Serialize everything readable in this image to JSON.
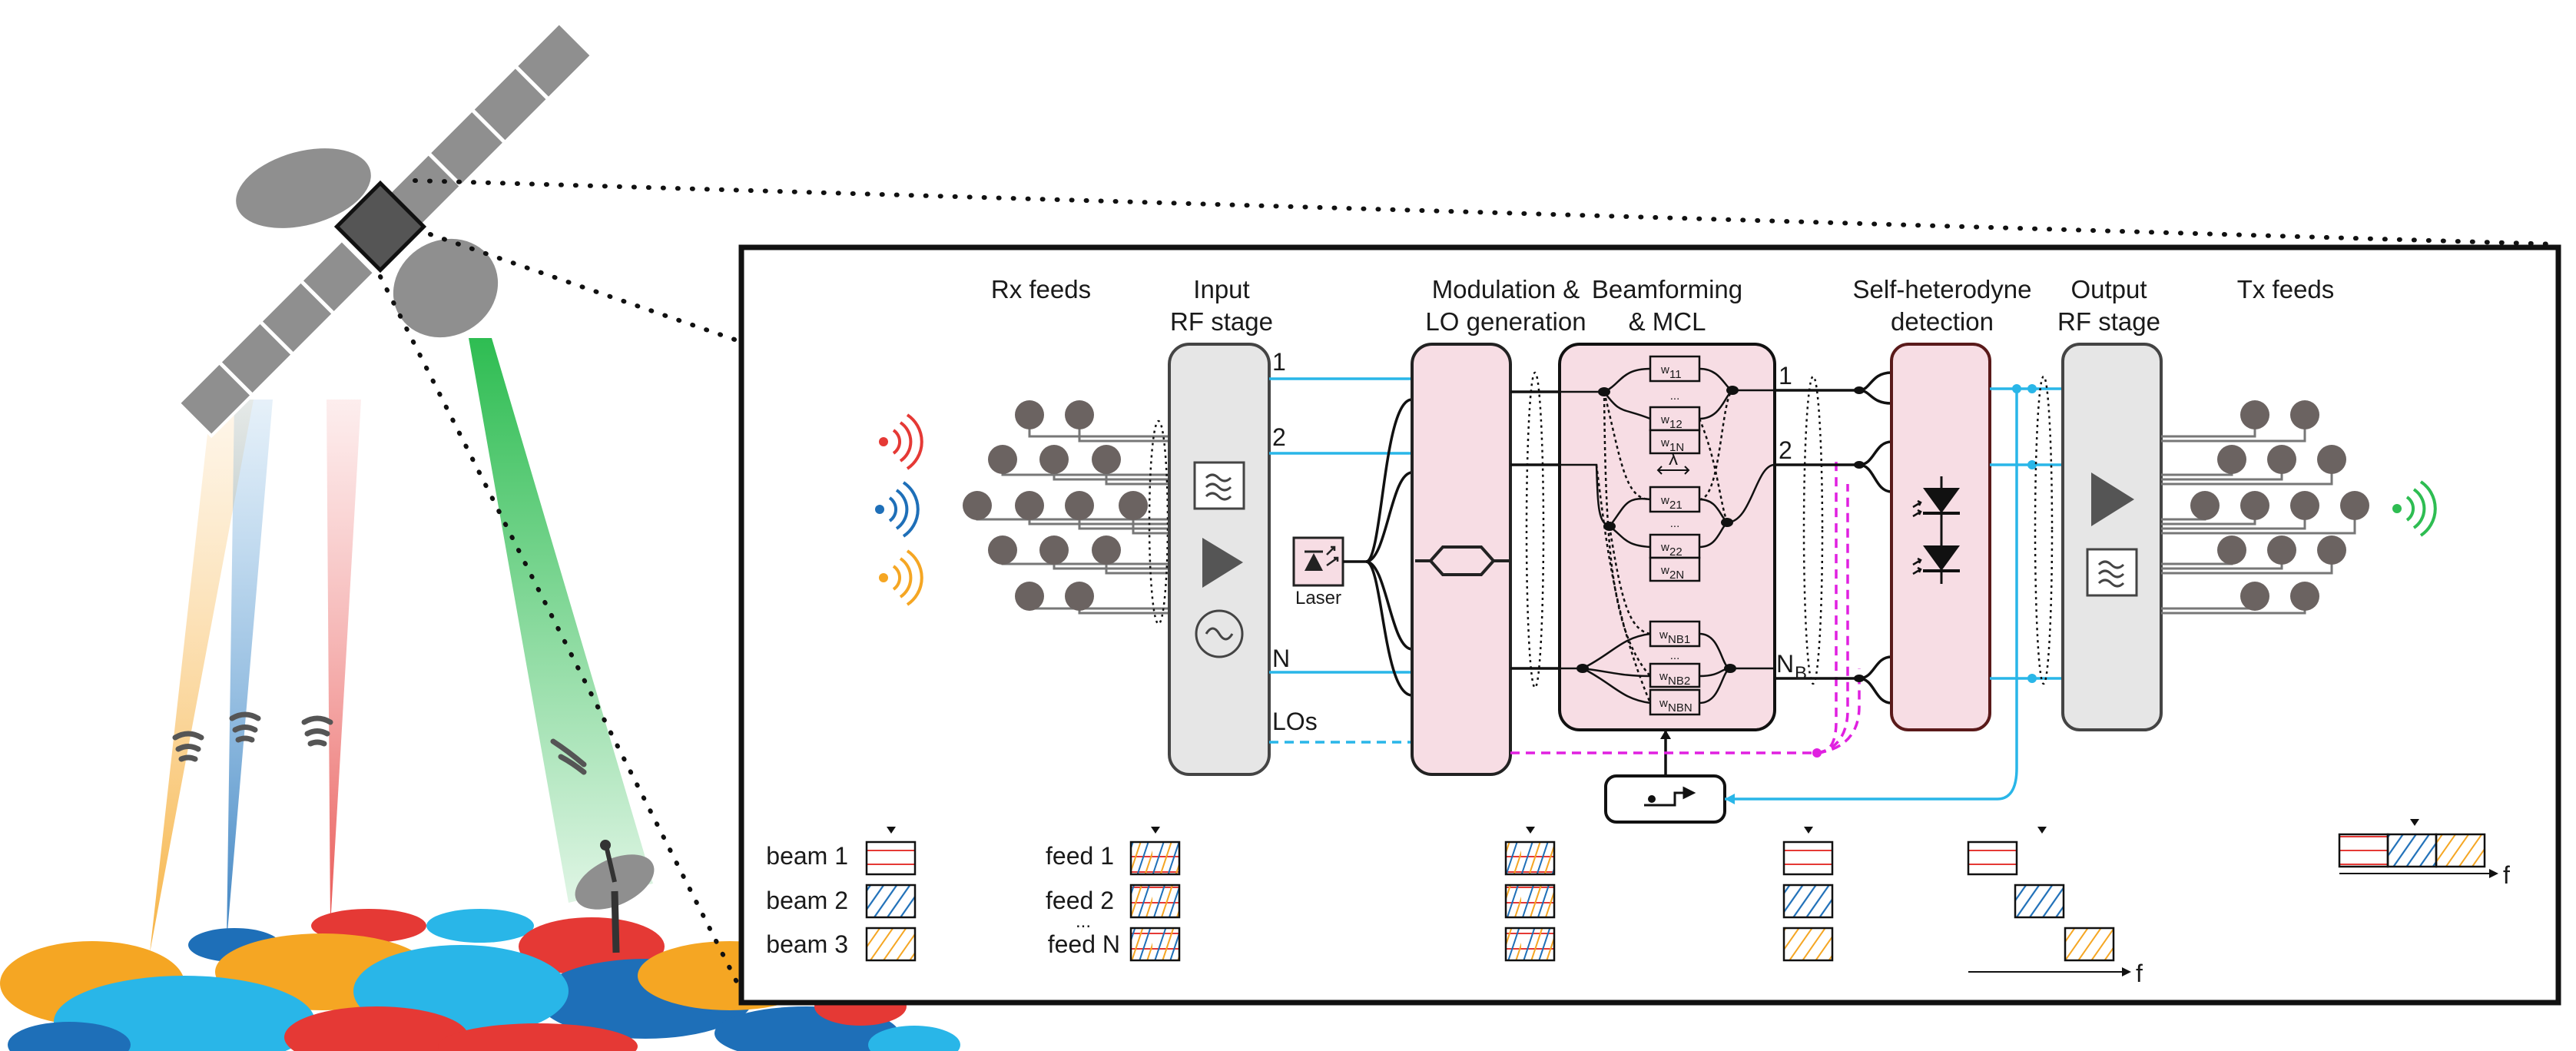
{
  "headers": {
    "rx_feeds": "Rx feeds",
    "input_rf_1": "Input",
    "input_rf_2": "RF stage",
    "modulation_1": "Modulation &",
    "modulation_2": "LO generation",
    "beamforming_1": "Beamforming",
    "beamforming_2": "& MCL",
    "self_het_1": "Self-heterodyne",
    "self_het_2": "detection",
    "output_rf_1": "Output",
    "output_rf_2": "RF stage",
    "tx_feeds": "Tx feeds"
  },
  "channels": {
    "in_1": "1",
    "in_2": "2",
    "in_n": "N",
    "los": "LOs",
    "out_1": "1",
    "out_2": "2",
    "out_nb": "N",
    "out_nb_sub": "B"
  },
  "laser": "Laser",
  "weights": [
    {
      "main": "w",
      "sub": "11"
    },
    {
      "main": "w",
      "sub": "12"
    },
    {
      "main": "w",
      "sub": "1N"
    },
    {
      "main": "w",
      "sub": "21"
    },
    {
      "main": "w",
      "sub": "22"
    },
    {
      "main": "w",
      "sub": "2N"
    },
    {
      "main": "w",
      "sub": "NB1"
    },
    {
      "main": "w",
      "sub": "NB2"
    },
    {
      "main": "w",
      "sub": "NBN"
    }
  ],
  "weight_dots": "...",
  "wavelength": "λ",
  "beams": {
    "b1": "beam 1",
    "b2": "beam 2",
    "b3": "beam 3"
  },
  "feeds": {
    "f1": "feed 1",
    "f2": "feed 2",
    "dots": "...",
    "fn": "feed N"
  },
  "freq_label": "f",
  "colors": {
    "beam1": "#e53935",
    "beam2": "#1e6fb8",
    "beam3": "#f5a623",
    "cyan": "#29b6e8",
    "magenta": "#e020e0",
    "pink_block": "#f7dde4",
    "dark_red": "#5a1a1a",
    "grey_block": "#e6e6e6",
    "satellite": "#8f8f8f",
    "green_beam": "#2ebd52"
  }
}
